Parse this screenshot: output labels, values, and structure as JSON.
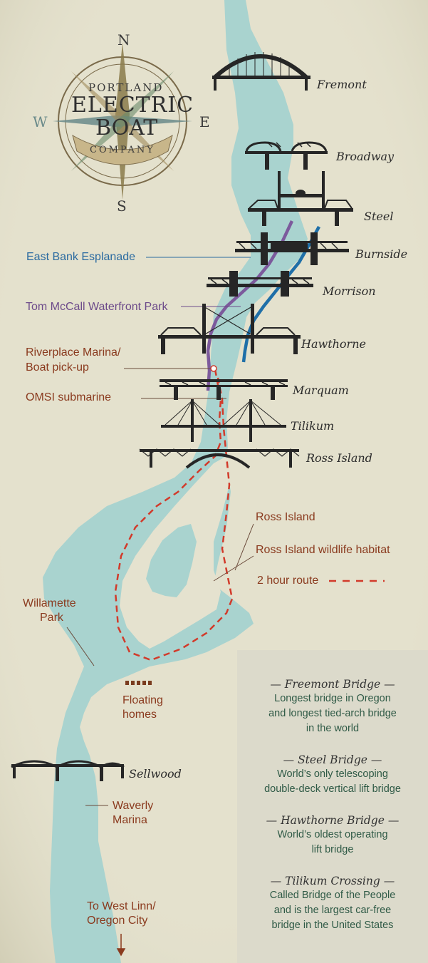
{
  "logo": {
    "line1": "PORTLAND",
    "line2": "ELECTRIC",
    "line3": "BOAT",
    "line4": "COMPANY",
    "north": "N",
    "south": "S",
    "east": "E",
    "west": "W"
  },
  "bridges": {
    "fremont": "Fremont",
    "broadway": "Broadway",
    "steel": "Steel",
    "burnside": "Burnside",
    "morrison": "Morrison",
    "hawthorne": "Hawthorne",
    "marquam": "Marquam",
    "tilikum": "Tilikum",
    "ross_island": "Ross Island",
    "sellwood": "Sellwood"
  },
  "labels": {
    "east_bank": "East Bank Esplanade",
    "mccall": "Tom McCall Waterfront Park",
    "riverplace_1": "Riverplace Marina/",
    "riverplace_2": "Boat pick-up",
    "omsi": "OMSI submarine",
    "ross_island": "Ross Island",
    "ross_habitat": "Ross Island wildlife habitat",
    "route": "2 hour route",
    "willamette_1": "Willamette",
    "willamette_2": "Park",
    "floating_1": "Floating",
    "floating_2": "homes",
    "waverly_1": "Waverly",
    "waverly_2": "Marina",
    "westlinn_1": "To West Linn/",
    "westlinn_2": "Oregon City"
  },
  "facts": [
    {
      "title": "— Freemont Bridge —",
      "lines": [
        "Longest bridge in Oregon",
        "and longest tied-arch bridge",
        "in the world"
      ]
    },
    {
      "title": "— Steel Bridge —",
      "lines": [
        "World’s only telescoping",
        "double-deck vertical lift bridge"
      ]
    },
    {
      "title": "— Hawthorne Bridge —",
      "lines": [
        "World’s oldest operating",
        "lift bridge"
      ]
    },
    {
      "title": "— Tilikum Crossing —",
      "lines": [
        "Called Bridge of the People",
        "and is the largest car-free",
        "bridge in the United States"
      ]
    }
  ],
  "colors": {
    "river": "#a9d3cf",
    "land": "#e4e1cd",
    "island": "#e5e2cf",
    "route": "#d23a2a",
    "esplanade": "#1f6fa8",
    "waterfront": "#7c5a9c",
    "label_brown": "#8a3a1e",
    "bridge": "#262626"
  }
}
